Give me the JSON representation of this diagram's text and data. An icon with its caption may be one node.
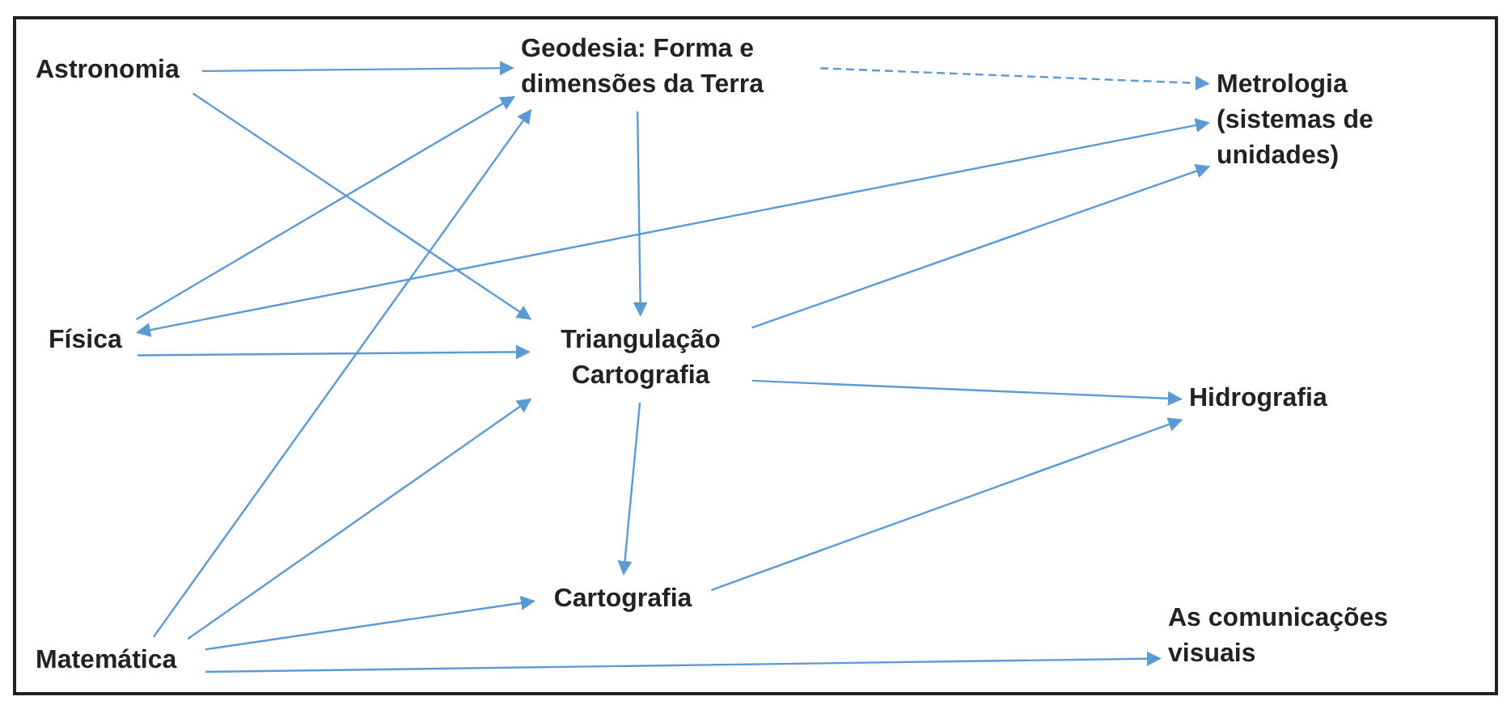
{
  "diagram": {
    "nodes": [
      {
        "text": [
          "Astronomia"
        ]
      },
      {
        "text": [
          "Geodesia: Forma e dimensões da Terra"
        ]
      },
      {
        "text": [
          "Metrologia (sistemas de unidades)"
        ]
      },
      {
        "text": [
          "Física"
        ]
      },
      {
        "text": [
          "Triangulação Cartografia"
        ]
      },
      {
        "text": [
          "Hidrografia"
        ]
      },
      {
        "text": [
          "Cartografia"
        ]
      },
      {
        "text": [
          "Matemática"
        ]
      },
      {
        "text": [
          "As comunicações visuais"
        ]
      }
    ],
    "edges": [
      {
        "from": 0,
        "to": 1,
        "arrow": "to"
      },
      {
        "from": 0,
        "to": 4,
        "arrow": "to"
      },
      {
        "from": 3,
        "to": 1,
        "arrow": "to"
      },
      {
        "from": 7,
        "to": 1,
        "arrow": "to"
      },
      {
        "from": 1,
        "to": 4,
        "arrow": "to"
      },
      {
        "from": 1,
        "to": 2,
        "arrow": "to",
        "style": "dashed"
      },
      {
        "from": 3,
        "to": 2,
        "arrow": "both"
      },
      {
        "from": 4,
        "to": 2,
        "arrow": "to"
      },
      {
        "from": 3,
        "to": 4,
        "arrow": "to"
      },
      {
        "from": 7,
        "to": 4,
        "arrow": "to"
      },
      {
        "from": 4,
        "to": 6,
        "arrow": "to"
      },
      {
        "from": 4,
        "to": 5,
        "arrow": "to"
      },
      {
        "from": 6,
        "to": 5,
        "arrow": "to"
      },
      {
        "from": 7,
        "to": 6,
        "arrow": "to"
      },
      {
        "from": 7,
        "to": 8,
        "arrow": "to"
      }
    ]
  }
}
